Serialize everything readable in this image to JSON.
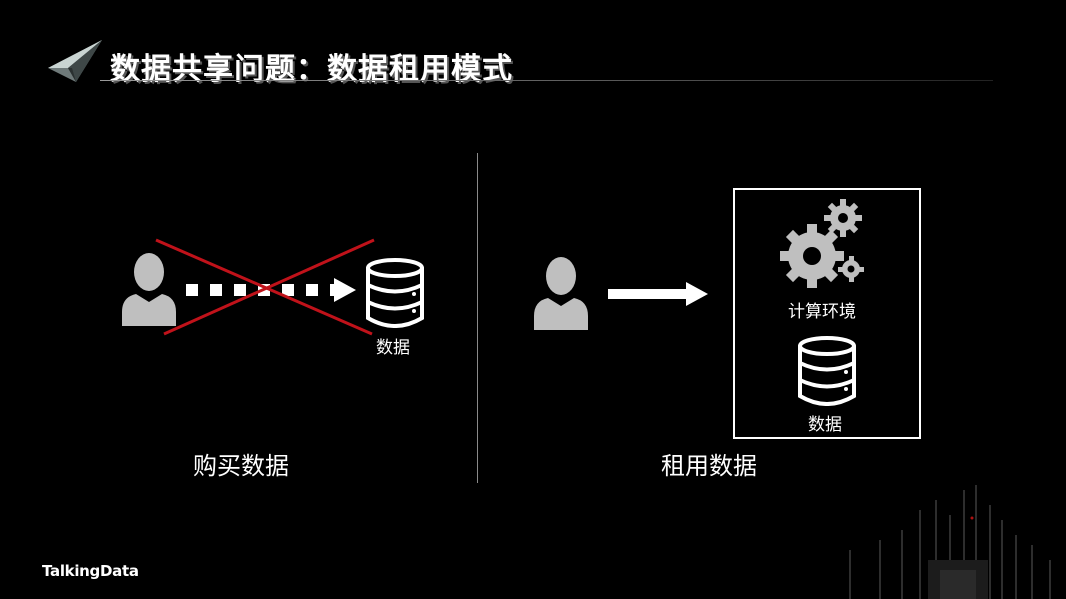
{
  "slide": {
    "title": "数据共享问题：数据租用模式",
    "brand": "TalkingData"
  },
  "left_panel": {
    "data_label": "数据",
    "caption": "购买数据",
    "arrow_style": "dashed",
    "crossed_out": true
  },
  "right_panel": {
    "compute_label": "计算环境",
    "data_label": "数据",
    "caption": "租用数据",
    "arrow_style": "solid"
  },
  "colors": {
    "background": "#000000",
    "icon_gray": "#bfbfbf",
    "cross_red": "#c0121a",
    "text": "#ffffff"
  },
  "icons": [
    "paper-plane-logo",
    "person-icon",
    "database-icon",
    "gears-icon"
  ]
}
